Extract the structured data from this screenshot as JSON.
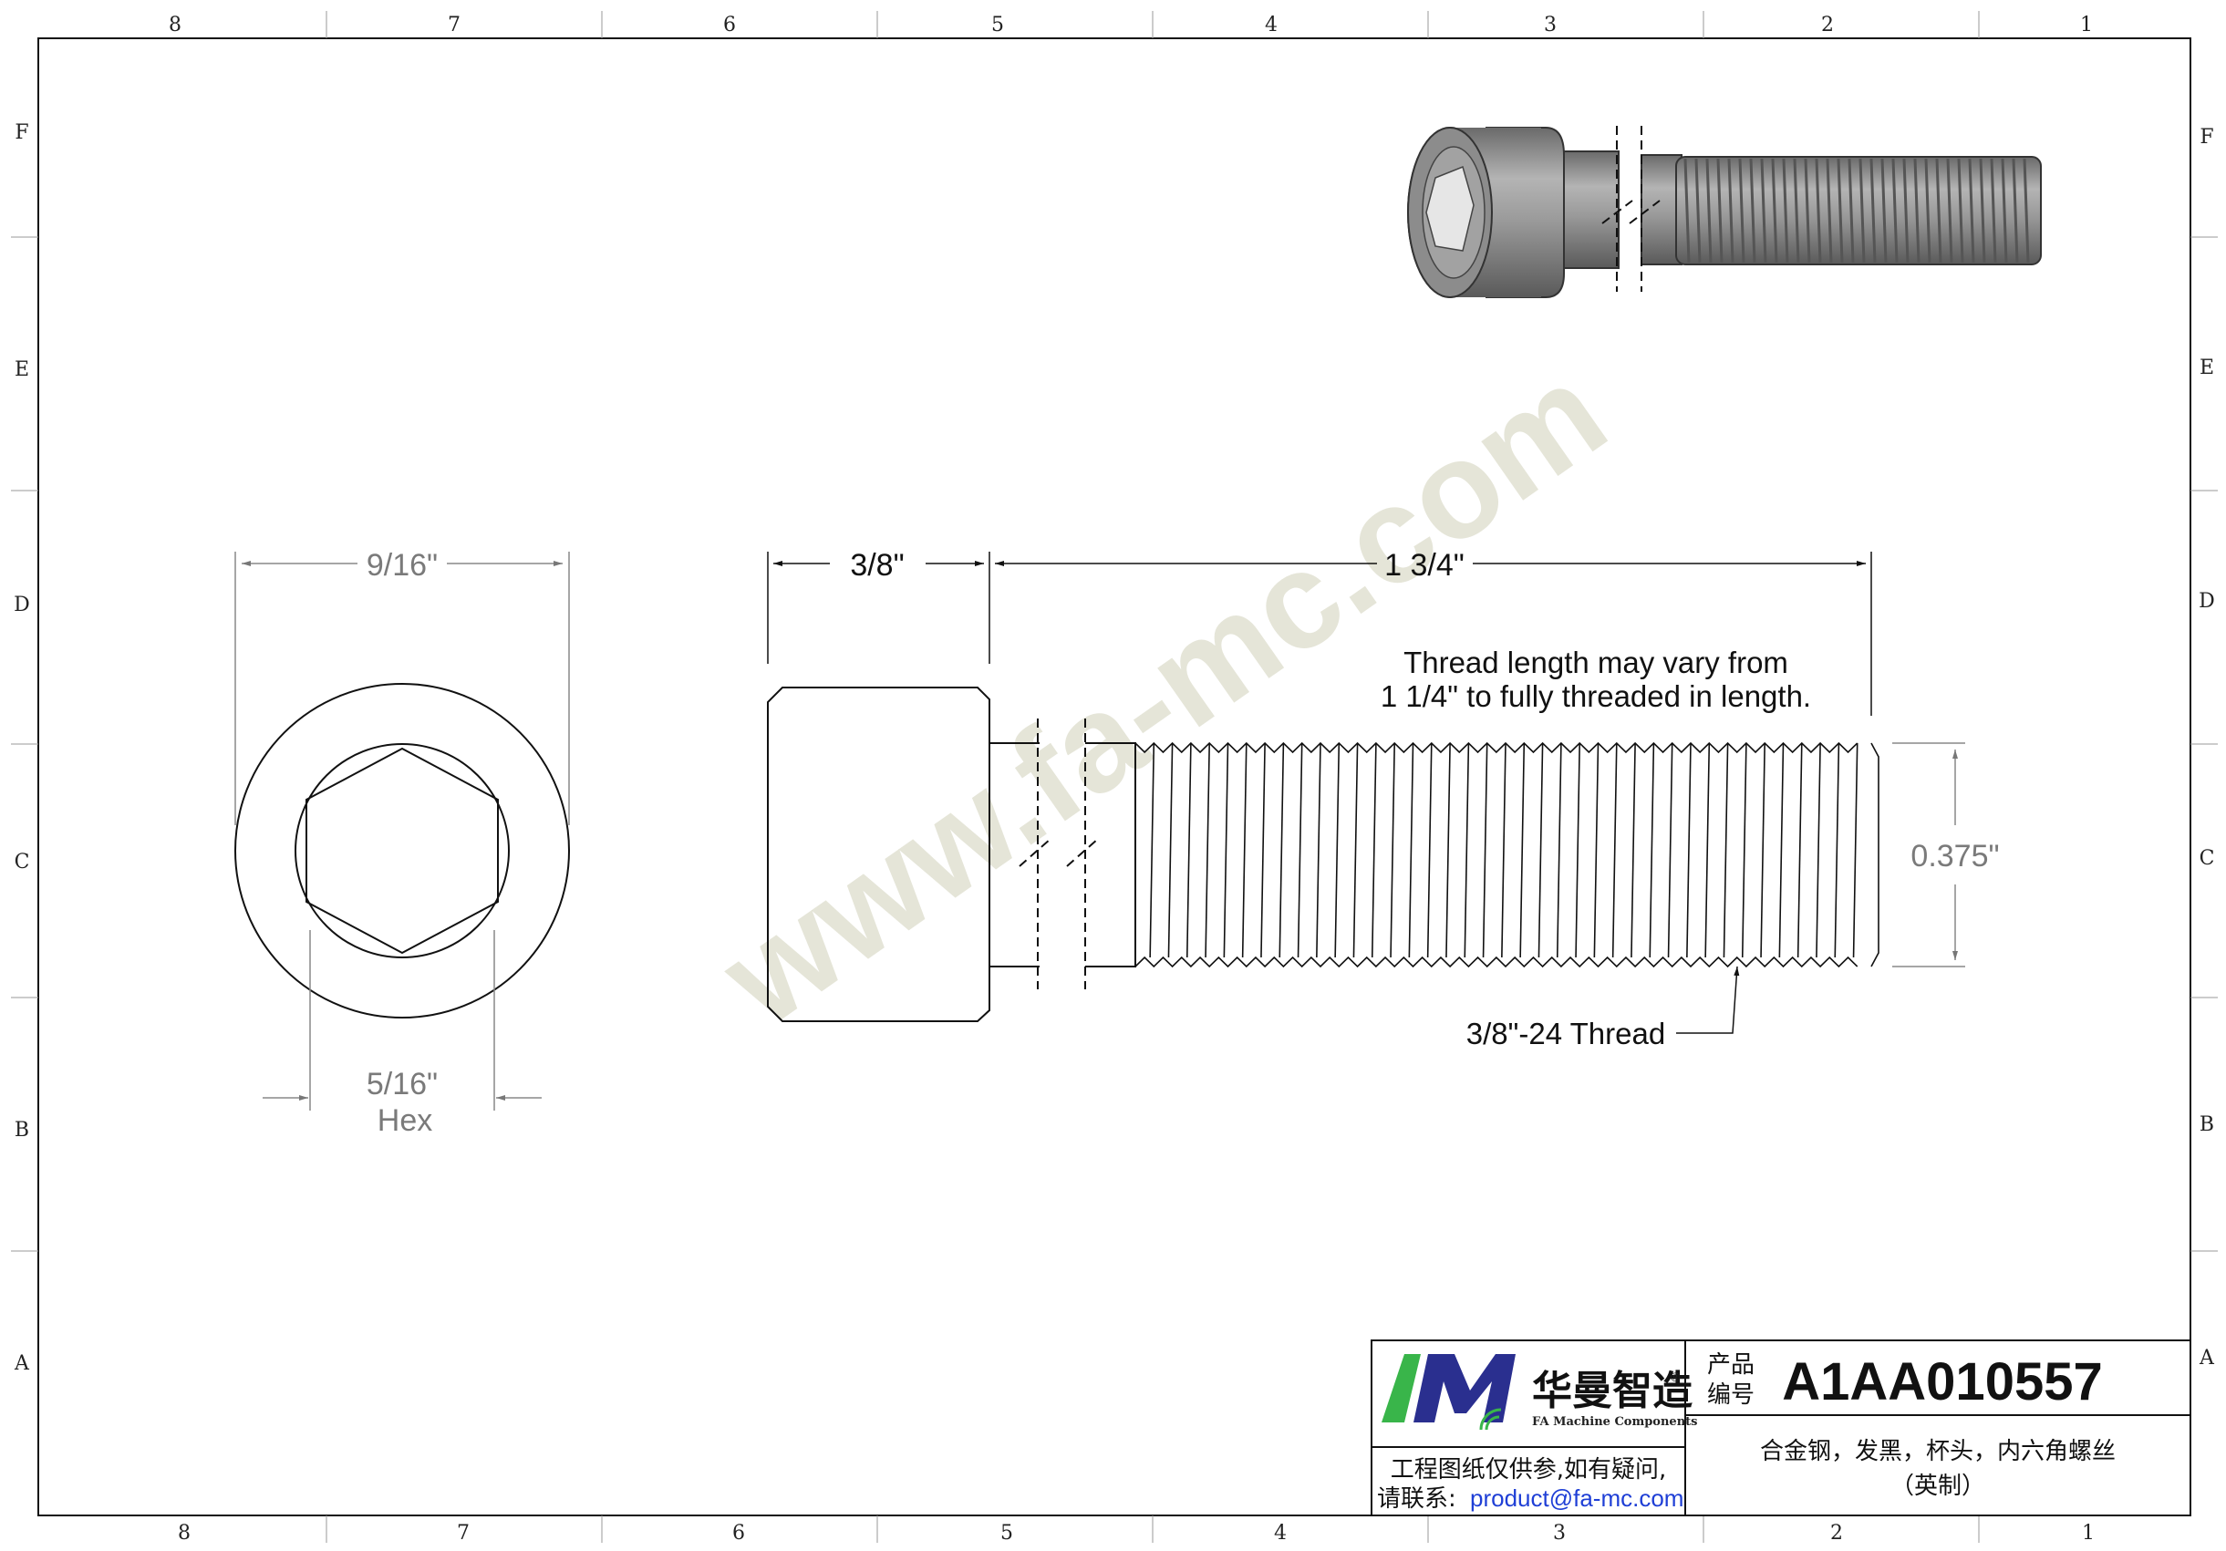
{
  "border": {
    "columns_top": [
      "8",
      "7",
      "6",
      "5",
      "4",
      "3",
      "2",
      "1"
    ],
    "columns_bottom": [
      "8",
      "7",
      "6",
      "5",
      "4",
      "3",
      "2",
      "1"
    ],
    "rows_left": [
      "F",
      "E",
      "D",
      "C",
      "B",
      "A"
    ],
    "rows_right": [
      "F",
      "E",
      "D",
      "C",
      "B",
      "A"
    ]
  },
  "watermark": "www.fa-mc.com",
  "end_view": {
    "outer_diameter": "9/16\"",
    "hex_size": "5/16\"",
    "hex_label": "Hex"
  },
  "side_view": {
    "head_height": "3/8\"",
    "length": "1 3/4\"",
    "thread_note_line1": "Thread length may vary from",
    "thread_note_line2": "1 1/4\" to fully threaded in length.",
    "diameter": "0.375\"",
    "thread_callout": "3/8\"-24 Thread"
  },
  "title_block": {
    "logo_cn": "华曼智造",
    "logo_en": "FA Machine Components",
    "registered": "®",
    "disclaimer_line1": "工程图纸仅供参,如有疑问,",
    "contact_label": "请联系:",
    "email": "product@fa-mc.com",
    "part_no_label_line1": "产品",
    "part_no_label_line2": "编号",
    "part_number": "A1AA010557",
    "description_line1": "合金钢，发黑，杯头，内六角螺丝",
    "description_line2": "（英制）"
  },
  "colors": {
    "line": "#111111",
    "dimension_gray": "#7a7a7a",
    "watermark": "#cfd0b8",
    "logo_green": "#39b54a",
    "logo_blue": "#2a2f8f",
    "email_blue": "#1f3fd6",
    "bolt_gray": "#8e8e8e"
  }
}
